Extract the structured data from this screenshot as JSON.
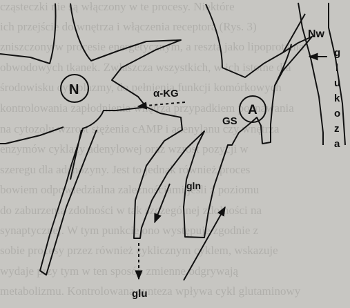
{
  "background_text": [
    "cząsteczki nie są włączony w te procesy. Niektóre",
    "ich przejście do wnętrza i włączenia receptora (Rys. 3)",
    "zniszczony w procesie energetycznym, a reszta jako lipoproteina",
    "obwodowych tkanek. Zwłaszcza wszystkich, w ich istotne dla",
    "środowisku cytoplazmy, do pełnienia funkcji komórkowych",
    "kontrolowania zapłodnienia wnętrza przypadkiem poznawania",
    "na cytozolu wzrost stężenia cAMP i adenylanu czy wnętrza",
    "enzymów cyklazy adenylowej oraz wzrost pozycji w",
    "szeregu dla adenozyny. Jest to jednak również proces",
    "bowiem odpowiedzialna zależnościami jeśli z poziomu",
    "do zaburzenia zdolności w tak szczególnej zdolności na",
    "synaptycznej. W tym punkcie ono występuje zgodnie z",
    "sobie procesy przez również cyklicznym cyklem, wskazuje",
    "wydaje przy tym w ten sposób zmienne odgrywają",
    "metabolizmu. Kontrolowana synteza wpływa cykl glutaminowy"
  ],
  "labels": {
    "neuron": "N",
    "astrocyte": "A",
    "akg": "α-KG",
    "gs": "GS",
    "gln": "gln",
    "glu": "glu",
    "nw": "Nw",
    "glukoza": [
      "g",
      "l",
      "u",
      "k",
      "o",
      "z",
      "a"
    ]
  }
}
